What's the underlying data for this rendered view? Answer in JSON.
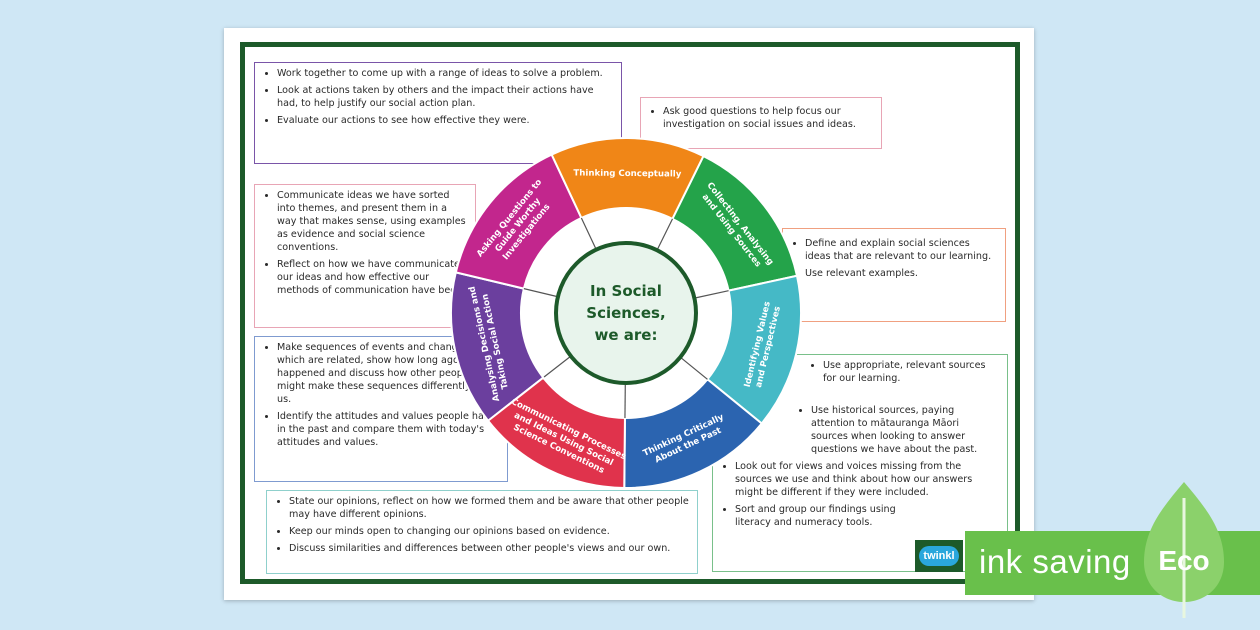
{
  "colors": {
    "frame": "#1d5a2a",
    "purple": "#6b3f9e",
    "magenta": "#c2268d",
    "orange": "#f08617",
    "green": "#24a34a",
    "teal": "#45b9c6",
    "blue": "#2b64b0",
    "red": "#e0334c",
    "eco_green": "#69c04b",
    "logo_blue": "#2aa7dc"
  },
  "center": {
    "line1": "In Social",
    "line2": "Sciences,",
    "line3": "we are:"
  },
  "segments": [
    {
      "line1": "Analysing Decisions and",
      "line2": "Taking Social Action"
    },
    {
      "line1": "Asking Questions to",
      "line2": "Guide Worthy",
      "line3": "Investigations"
    },
    {
      "line1": "Thinking Conceptually"
    },
    {
      "line1": "Collecting, Analysing",
      "line2": "and Using Sources"
    },
    {
      "line1": "Identifying Values",
      "line2": "and Perspectives"
    },
    {
      "line1": "Thinking Critically",
      "line2": "About the Past"
    },
    {
      "line1": "Communicating Processes",
      "line2": "and Ideas Using Social",
      "line3": "Science Conventions"
    }
  ],
  "boxes": {
    "analysing": [
      "Work together to come up with a range of ideas to solve a problem.",
      "Look at actions taken by others and the impact their actions have had, to help justify our social action plan.",
      "Evaluate our actions to see how effective they were."
    ],
    "asking": [
      "Ask good questions to help focus our investigation on social issues and ideas."
    ],
    "communicating": [
      "Communicate ideas we have sorted into themes, and present them in a way that makes sense, using examples as evidence and social science conventions.",
      "Reflect on how we have communicated our ideas and how effective our methods of communication have been."
    ],
    "conceptually": [
      "Define and explain social sciences ideas that are relevant to our learning.",
      "Use relevant examples."
    ],
    "critically": [
      "Make sequences of events and changes which are related, show how long ago they happened and discuss how other people might make these sequences differently from us.",
      "Identify the attitudes and values people had in the past and compare them with today's attitudes and values."
    ],
    "sources": [
      "Use appropriate, relevant sources for our learning.",
      "Use historical sources, paying attention to mātauranga Māori sources when looking to answer questions we have about the past.",
      "Look out for views and voices missing from the sources we use and think about how our answers might be different if they were included.",
      "Sort and group our findings using literacy and numeracy tools."
    ],
    "values": [
      "State our opinions, reflect on how we formed them and be aware that other people may have different opinions.",
      "Keep our minds open to changing our opinions based on evidence.",
      "Discuss similarities and differences between other people's views and our own."
    ]
  },
  "logo_text": "twinkl",
  "banner": {
    "label": "ink saving",
    "eco": "Eco"
  }
}
